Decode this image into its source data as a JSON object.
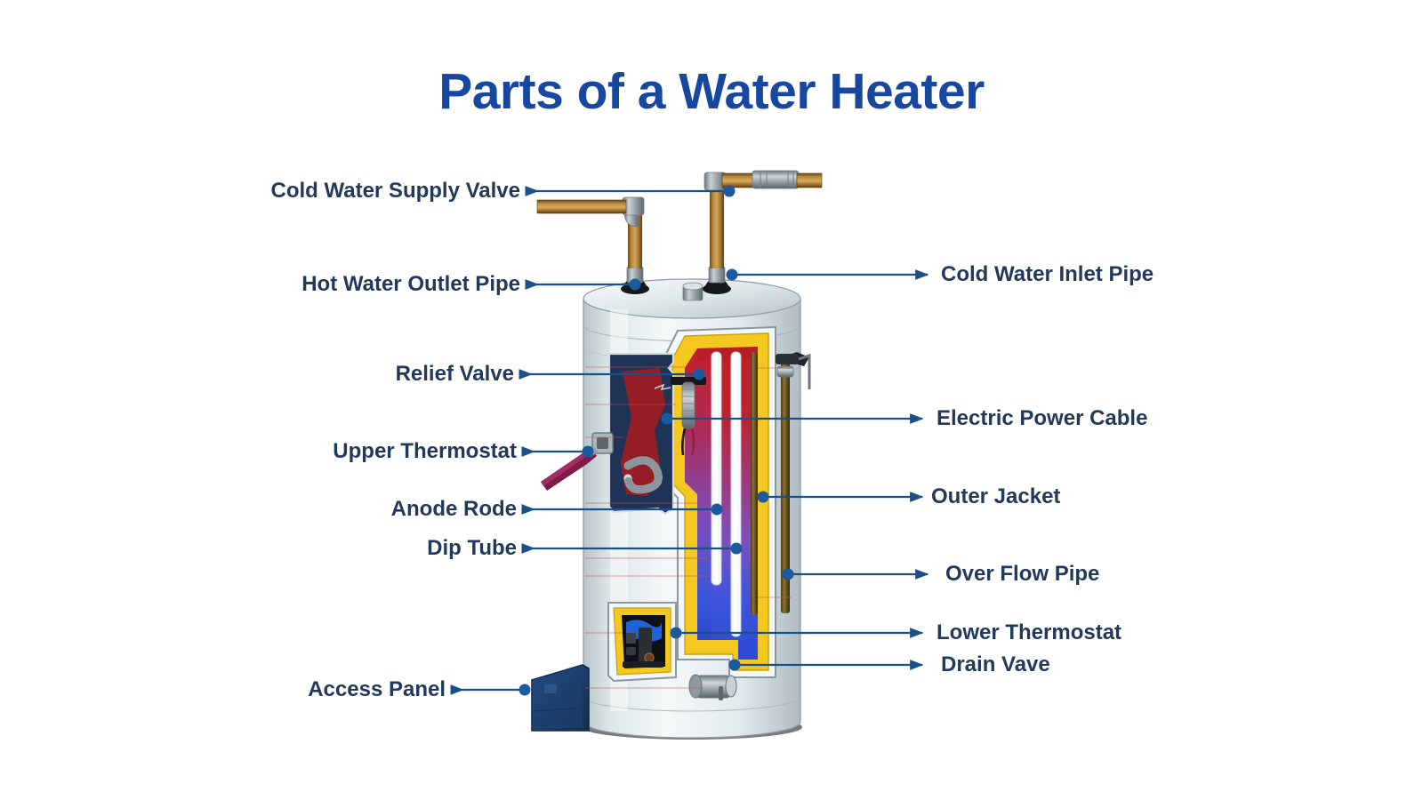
{
  "title": "Parts of a Water Heater",
  "colors": {
    "title": "#17479E",
    "label": "#23395B",
    "leader": "#1B4F87",
    "dot": "#1B5AA0",
    "jacket": "#E8EEF0",
    "insulation": "#F4C81E",
    "hot": "#C8202A",
    "cold": "#3A57D8",
    "pipe_copper": "#A9762E",
    "fitting_gray": "#9AA2A8",
    "panel_navy": "#1B3C66"
  },
  "labels_left": [
    {
      "id": "cold-water-supply-valve",
      "text": "Cold Water Supply Valve"
    },
    {
      "id": "hot-water-outlet-pipe",
      "text": "Hot Water Outlet Pipe"
    },
    {
      "id": "relief-valve",
      "text": "Relief Valve"
    },
    {
      "id": "upper-thermostat",
      "text": "Upper Thermostat"
    },
    {
      "id": "anode-rode",
      "text": "Anode Rode"
    },
    {
      "id": "dip-tube",
      "text": "Dip Tube"
    },
    {
      "id": "access-panel",
      "text": "Access Panel"
    }
  ],
  "labels_right": [
    {
      "id": "cold-water-inlet-pipe",
      "text": "Cold Water Inlet Pipe"
    },
    {
      "id": "electric-power-cable",
      "text": "Electric Power Cable"
    },
    {
      "id": "outer-jacket",
      "text": "Outer Jacket"
    },
    {
      "id": "over-flow-pipe",
      "text": "Over Flow Pipe"
    },
    {
      "id": "lower-thermostat",
      "text": "Lower Thermostat"
    },
    {
      "id": "drain-vave",
      "text": "Drain Vave"
    }
  ],
  "diagram": {
    "subject": "electric storage water heater cutaway illustration",
    "parts": [
      "cold water inlet pipe",
      "hot water outlet pipe",
      "cold water supply valve",
      "relief valve",
      "upper thermostat",
      "lower thermostat",
      "anode rode",
      "dip tube",
      "outer jacket",
      "over flow pipe",
      "drain vave",
      "access panel",
      "electric power cable"
    ]
  }
}
